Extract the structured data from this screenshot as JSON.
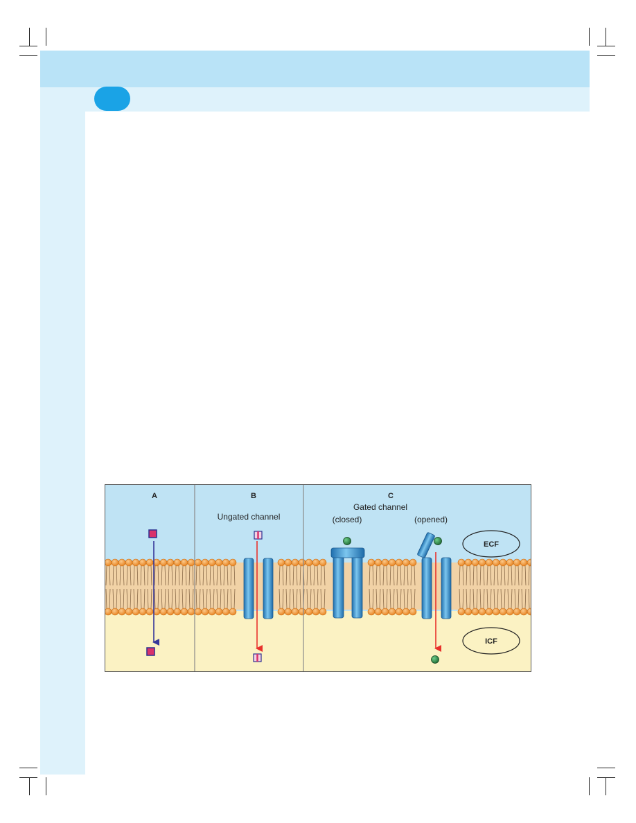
{
  "figure": {
    "panels": [
      {
        "id": "A",
        "label": "A"
      },
      {
        "id": "B",
        "label": "B",
        "caption": "Ungated  channel"
      },
      {
        "id": "C",
        "label": "C",
        "caption": "Gated channel",
        "state_closed": "(closed)",
        "state_opened": "(opened)"
      }
    ],
    "compartments": {
      "outside": "ECF",
      "inside": "ICF"
    },
    "colors": {
      "ecf": "#bfe3f4",
      "icf": "#fbf2c3",
      "membrane": "#f1d2a6",
      "lipid_head": "#f2962e",
      "channel": "#3f9fdc",
      "arrow_a": "#36379a",
      "arrow_b": "#e8312b",
      "ion": "#2c8a48"
    }
  }
}
